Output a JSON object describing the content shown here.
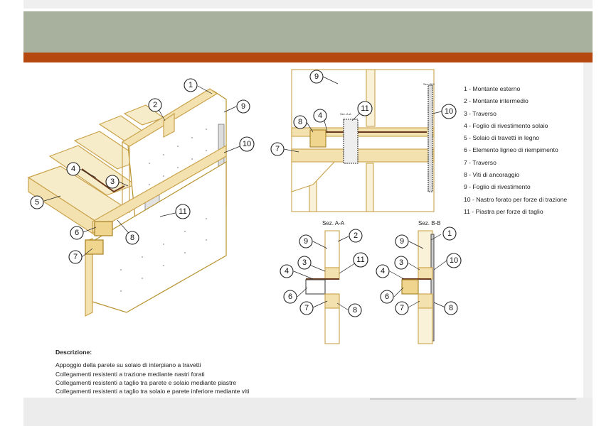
{
  "legend": [
    "1 - Montante esterno",
    "2 - Montante intermedio",
    "3 - Traverso",
    "4 - Foglio di rivestimento solaio",
    "5 - Solaio di travetti in legno",
    "6 - Elemento ligneo di riempimento",
    "7 - Traverso",
    "8 - Viti di ancoraggio",
    "9 - Foglio di rivestimento",
    "10 - Nastro forato per forze di trazione",
    "11 - Piastra per forze di taglio"
  ],
  "description": {
    "title": "Descrizione:",
    "lines": [
      "Appoggio della parete su solaio di interpiano a travetti",
      "Collegamenti resistenti a trazione mediante nastri forati",
      "Collegamenti resistenti a taglio tra parete e solaio mediante piastre",
      "Collegamenti resistenti a taglio tra solaio e parete inferiore mediante viti"
    ]
  },
  "sections": {
    "a": "Sez. A-A",
    "b": "Sez. B-B",
    "tag_a": "Sez. A-A",
    "tag_b": "Sez. B-B"
  },
  "callouts": {
    "n1": "1",
    "n2": "2",
    "n3": "3",
    "n4": "4",
    "n5": "5",
    "n6": "6",
    "n7": "7",
    "n8": "8",
    "n9": "9",
    "n10": "10",
    "n11": "11"
  },
  "colors": {
    "banner": "#a8b19e",
    "accent": "#b5480f",
    "wood": "#c9a24a",
    "wood_fill": "#f3e2b0"
  }
}
